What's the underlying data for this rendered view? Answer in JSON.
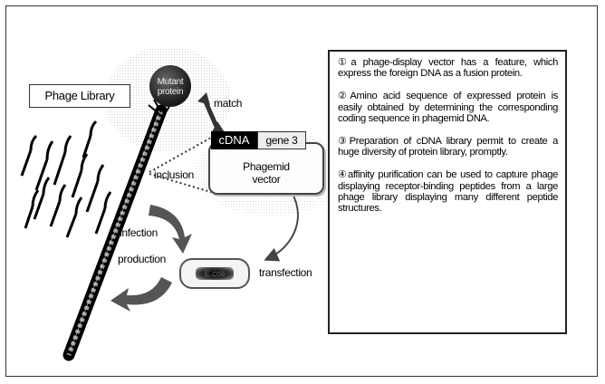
{
  "diagram": {
    "library_label": "Phage Library",
    "protein_label": "Mutant\nprotein",
    "match_label": "match",
    "cdna_label": "cDNA",
    "gene3_label": "gene 3",
    "phagemid_label": "Phagemid\nvector",
    "inclusion_label": "inclusion",
    "infection_label": "infection",
    "production_label": "production",
    "transfection_label": "transfection",
    "host_label": "E.coli"
  },
  "notes": [
    "①a phage-display vector has a feature, which express the foreign DNA as a fusion protein.",
    "②Amino acid sequence of expressed protein is easily obtained by determining the corresponding coding sequence in phagemid DNA.",
    "③Preparation of cDNA library permit to create a huge diversity of protein library, promptly.",
    "④affinity purification can be used to capture phage displaying receptor-binding peptides from a large phage library displaying many different peptide structures."
  ],
  "colors": {
    "ink": "#000000",
    "gray": "#888888",
    "panel_border": "#222222"
  }
}
